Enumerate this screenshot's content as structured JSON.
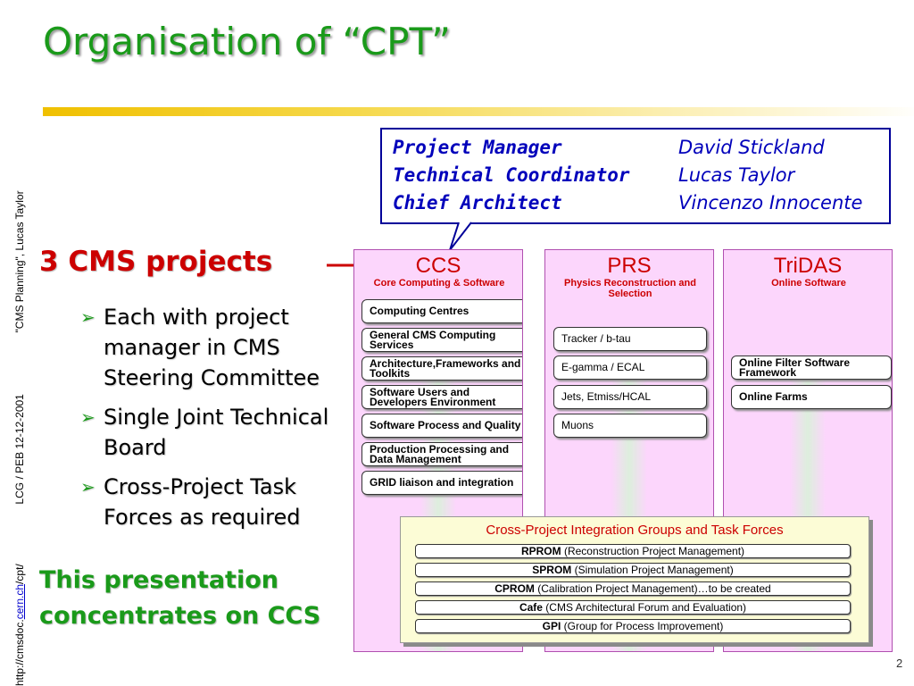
{
  "title": "Organisation of “CPT”",
  "sidebar": {
    "url_prefix": "http://cmsdoc.",
    "url_link": "cern.ch",
    "url_suffix": "/cpt/",
    "meta": "LCG / PEB  12-12-2001",
    "footer": "\"CMS Planning\",  Lucas Taylor"
  },
  "left": {
    "heading": "3 CMS projects",
    "bullets": [
      "Each with project manager in CMS Steering Committee",
      "Single Joint Technical Board",
      "Cross-Project Task Forces as required"
    ],
    "conclusion_line1": "This presentation",
    "conclusion_line2": "concentrates on CCS"
  },
  "management": [
    {
      "role": "Project Manager",
      "name": "David Stickland"
    },
    {
      "role": "Technical Coordinator",
      "name": "Lucas Taylor"
    },
    {
      "role": "Chief Architect",
      "name": "Vincenzo Innocente"
    }
  ],
  "columns": {
    "ccs": {
      "title": "CCS",
      "subtitle": "Core Computing & Software",
      "items": [
        "Computing Centres",
        "General CMS Computing Services",
        "Architecture,Frameworks and Toolkits",
        "Software Users and Developers Environment",
        "Software Process and Quality",
        "Production Processing and Data Management",
        "GRID liaison and integration"
      ]
    },
    "prs": {
      "title": "PRS",
      "subtitle": "Physics Reconstruction and Selection",
      "items": [
        "Tracker / b-tau",
        "E-gamma / ECAL",
        "Jets, Etmiss/HCAL",
        "Muons"
      ]
    },
    "tridas": {
      "title": "TriDAS",
      "subtitle": "Online Software",
      "items": [
        "Online Filter Software Framework",
        "Online Farms"
      ]
    }
  },
  "cross_project": {
    "title": "Cross-Project Integration Groups and Task Forces",
    "items": [
      {
        "abbr": "RPROM",
        "desc": "(Reconstruction Project Management)"
      },
      {
        "abbr": "SPROM",
        "desc": "(Simulation Project Management)"
      },
      {
        "abbr": "CPROM",
        "desc": "(Calibration Project Management)…to be created"
      },
      {
        "abbr": "Cafe",
        "desc": "(CMS Architectural Forum and Evaluation)"
      },
      {
        "abbr": "GPI",
        "desc": "(Group for Process Improvement)"
      }
    ]
  },
  "page_number": "2",
  "colors": {
    "title_green": "#1a9a1a",
    "heading_red": "#cc0000",
    "box_blue": "#0000bb",
    "column_pink": "#fcd6fc",
    "cross_yellow": "#fcfcd6"
  }
}
